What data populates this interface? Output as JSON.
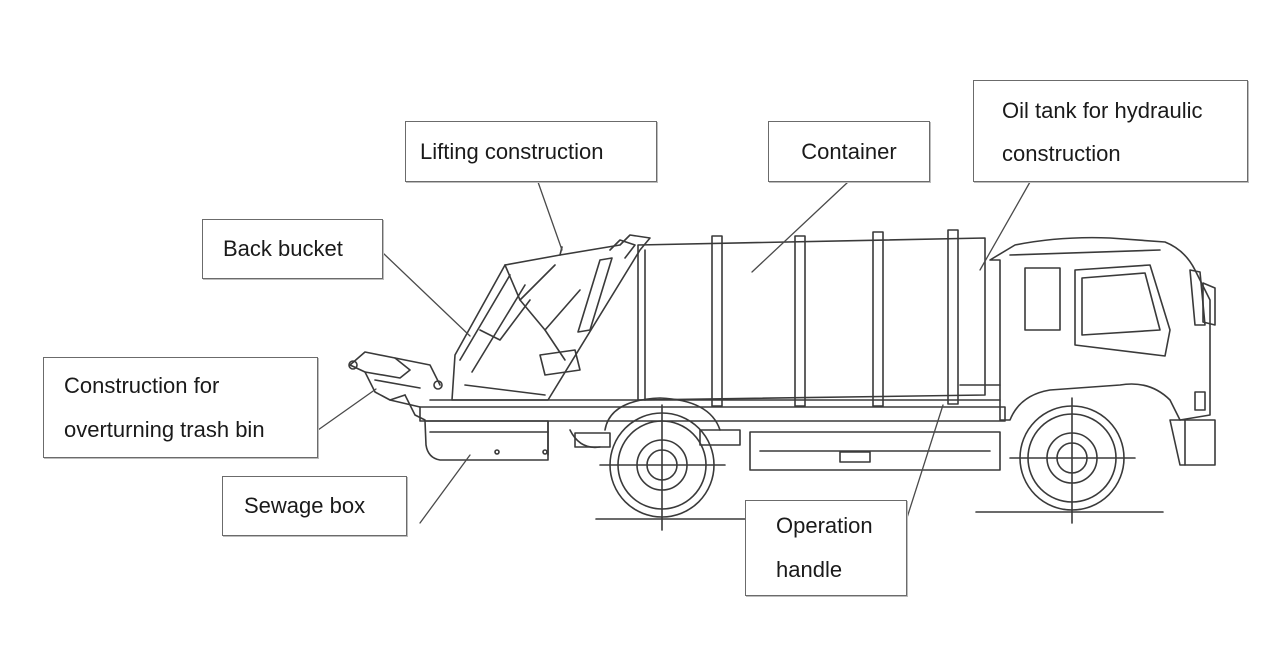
{
  "labels": {
    "lifting_construction": "Lifting construction",
    "container": "Container",
    "oil_tank_line1": "Oil tank for hydraulic",
    "oil_tank_line2": "construction",
    "back_bucket": "Back bucket",
    "overturning_line1": "Construction for",
    "overturning_line2": "overturning trash bin",
    "sewage_box": "Sewage box",
    "operation_line1": "Operation",
    "operation_line2": "handle"
  },
  "colors": {
    "line": "#3a3a3a",
    "box_border": "#6b6b6b",
    "text": "#1a1a1a"
  }
}
